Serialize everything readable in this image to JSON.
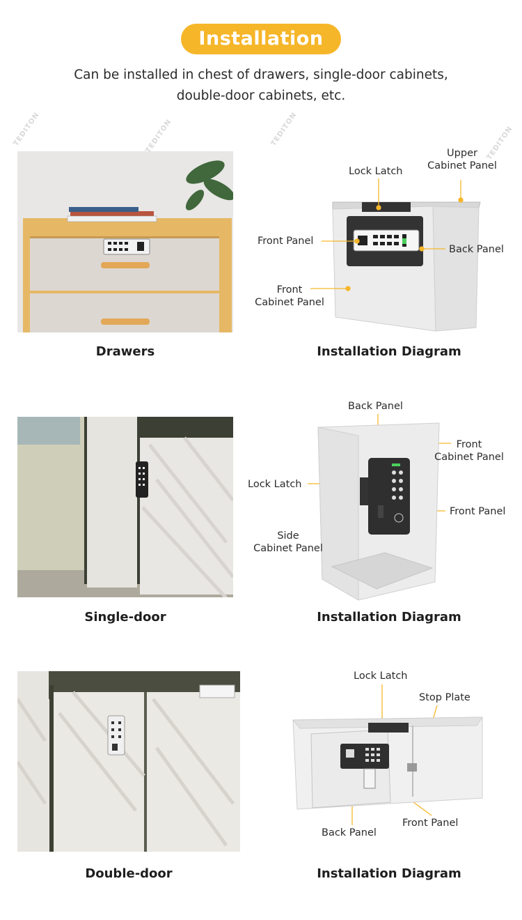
{
  "header": {
    "title": "Installation",
    "subtitle_line1": "Can be installed in chest of drawers, single-door cabinets,",
    "subtitle_line2": "double-door cabinets, etc.",
    "accent_color": "#f6b629"
  },
  "watermark": "TEDITON",
  "sections": [
    {
      "photo_caption": "Drawers",
      "diagram_caption": "Installation Diagram",
      "labels": {
        "upper_cabinet_panel_1": "Upper",
        "upper_cabinet_panel_2": "Cabinet Panel",
        "lock_latch": "Lock Latch",
        "front_panel": "Front Panel",
        "back_panel": "Back Panel",
        "front_cabinet_panel_1": "Front",
        "front_cabinet_panel_2": "Cabinet Panel"
      }
    },
    {
      "photo_caption": "Single-door",
      "diagram_caption": "Installation Diagram",
      "labels": {
        "back_panel": "Back Panel",
        "front_cabinet_panel_1": "Front",
        "front_cabinet_panel_2": "Cabinet Panel",
        "lock_latch": "Lock Latch",
        "front_panel": "Front Panel",
        "side_cabinet_panel_1": "Side",
        "side_cabinet_panel_2": "Cabinet Panel"
      }
    },
    {
      "photo_caption": "Double-door",
      "diagram_caption": "Installation Diagram",
      "labels": {
        "lock_latch": "Lock Latch",
        "stop_plate": "Stop Plate",
        "back_panel": "Back Panel",
        "front_panel": "Front Panel"
      }
    }
  ]
}
